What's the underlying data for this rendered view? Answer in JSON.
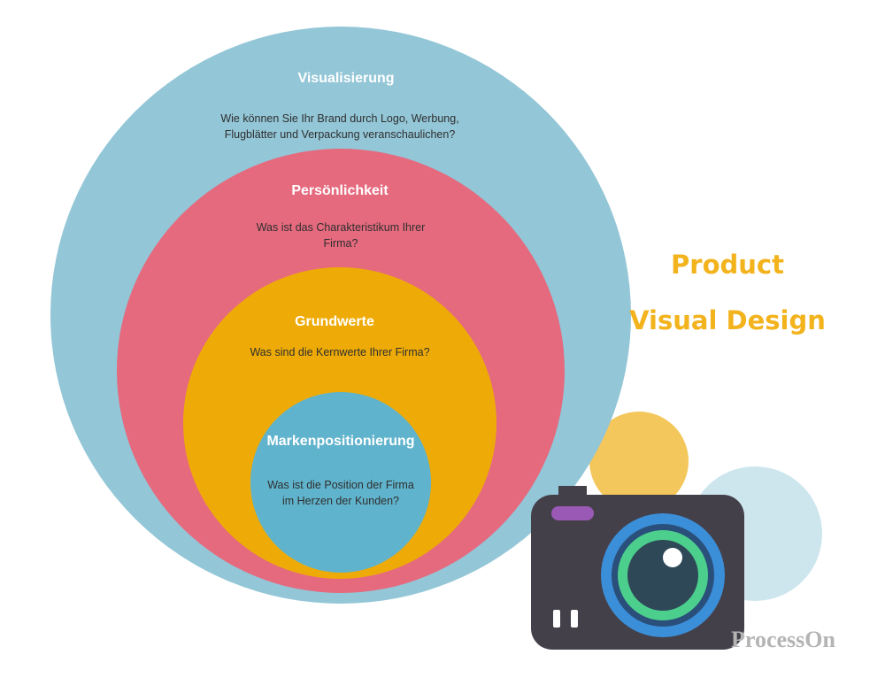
{
  "layers": [
    {
      "title": "Visualisierung",
      "text_lines": [
        "Wie können Sie Ihr Brand durch Logo, Werbung,",
        "Flugblätter und Verpackung veranschaulichen?"
      ],
      "color": "#93c6d7"
    },
    {
      "title": "Persönlichkeit",
      "text_lines": [
        "Was ist das Charakteristikum Ihrer",
        "Firma?"
      ],
      "color": "#e56a7e"
    },
    {
      "title": "Grundwerte",
      "text_lines": [
        "Was sind die Kernwerte Ihrer Firma?"
      ],
      "color": "#eeab07"
    },
    {
      "title": "Markenpositionierung",
      "text_lines": [
        "Was ist die Position der Firma",
        "im Herzen der Kunden?"
      ],
      "color": "#60b3cc"
    }
  ],
  "headline": {
    "line1": "Product",
    "line2": "Visual Design",
    "color": "#f2b31d"
  },
  "illustration": {
    "icon": "camera-icon",
    "body_color": "#44404a",
    "flash_color": "#9b59b6",
    "lens_ring_color": "#3b8ed8",
    "lens_inner_ring_color": "#4ccf8c",
    "lens_color": "#2f4858",
    "bubble_colors": [
      "#f4c75c",
      "#cde6ee"
    ]
  },
  "watermark": "ProcessOn"
}
